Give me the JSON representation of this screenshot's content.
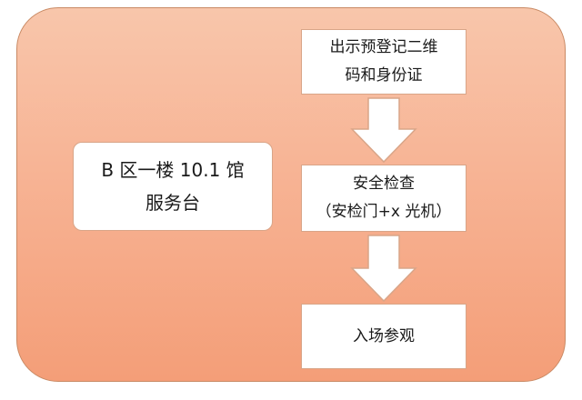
{
  "desk": {
    "line1": "B 区一楼 10.1 馆",
    "line2": "服务台"
  },
  "steps": [
    {
      "line1": "出示预登记二维",
      "line2": "码和身份证"
    },
    {
      "line1": "安全检查",
      "line2": "（安检门+x 光机）"
    },
    {
      "line1": "入场参观"
    }
  ],
  "colors": {
    "panel_top": "#f8c6ab",
    "panel_bottom": "#f49e78",
    "box_fill": "#ffffff",
    "text": "#1a1a1a"
  },
  "icons": [
    "down-arrow-icon",
    "down-arrow-icon"
  ]
}
